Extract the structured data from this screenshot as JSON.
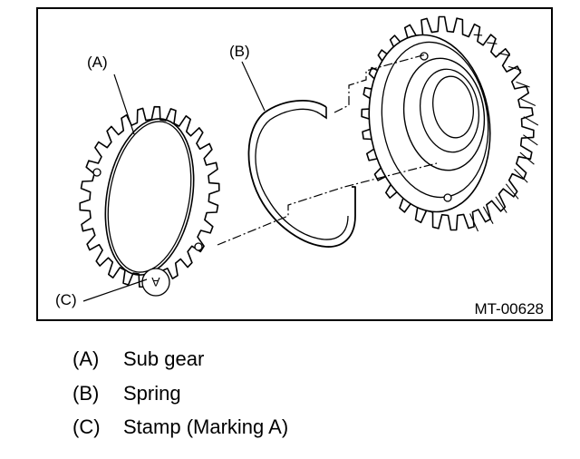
{
  "figure": {
    "callouts": {
      "a": "(A)",
      "b": "(B)",
      "c": "(C)"
    },
    "stamp_mark": "A",
    "figure_code": "MT-00628"
  },
  "legend": [
    {
      "key": "(A)",
      "text": "Sub gear"
    },
    {
      "key": "(B)",
      "text": "Spring"
    },
    {
      "key": "(C)",
      "text": "Stamp (Marking A)"
    }
  ]
}
